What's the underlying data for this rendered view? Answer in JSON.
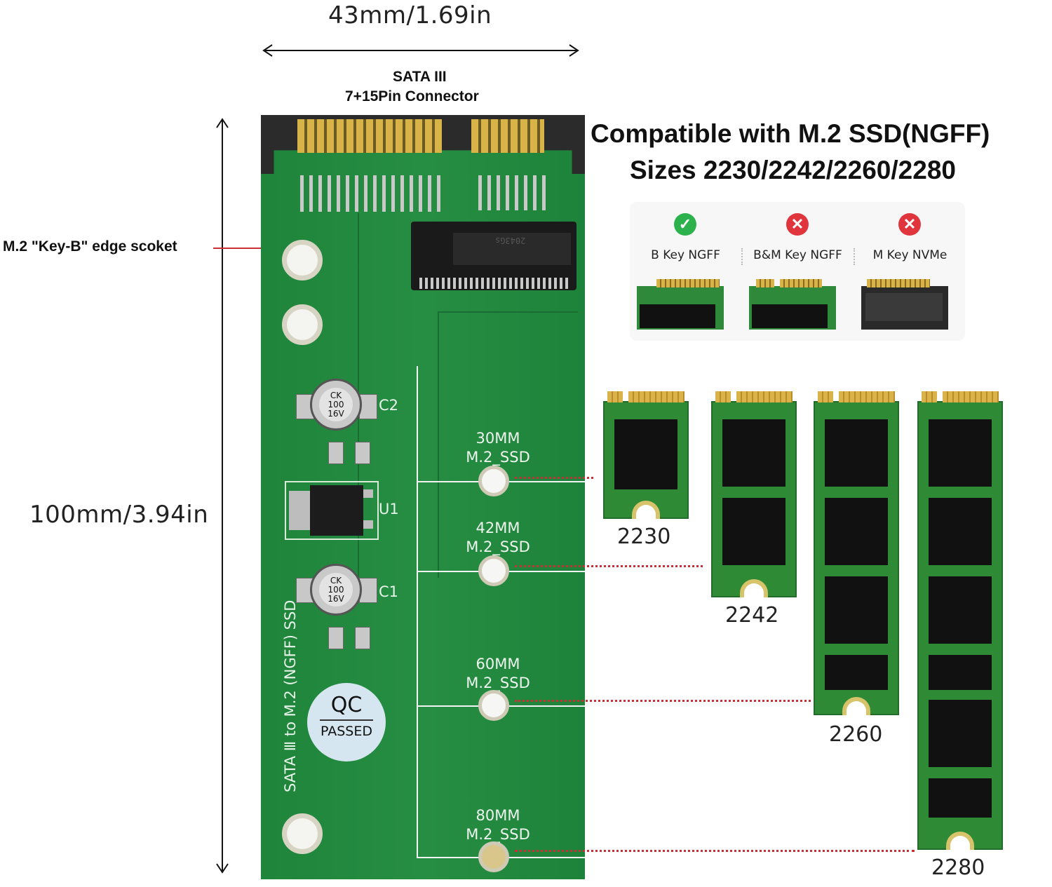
{
  "top_dimension": "43mm/1.69in",
  "left_dimension": "100mm/3.94in",
  "connector_label": {
    "line1": "SATA III",
    "line2": "7+15Pin Connector"
  },
  "socket_label": "M.2 \"Key-B\" edge scoket",
  "headline": {
    "line1": "Compatible with M.2 SSD(NGFF)",
    "line2": "Sizes 2230/2242/2260/2280"
  },
  "keys": [
    {
      "label": "B Key NGFF",
      "status": "supported",
      "icon": "check-icon",
      "color": "#2bb24c"
    },
    {
      "label": "B&M Key NGFF",
      "status": "unsupported",
      "icon": "cross-icon",
      "color": "#e0353c"
    },
    {
      "label": "M Key NVMe",
      "status": "unsupported",
      "icon": "cross-icon",
      "color": "#e0353c"
    }
  ],
  "board_silk": {
    "vertical": "SATA Ⅲ to M.2 (NGFF) SSD",
    "c2": "C2",
    "c1": "C1",
    "u1": "U1",
    "cap_text": [
      "CK",
      "100",
      "16V"
    ],
    "qc": "QC",
    "qc_passed": "PASSED",
    "chip_text": "2043Gs"
  },
  "mount_labels": [
    {
      "size": "30MM",
      "type": "M.2_SSD"
    },
    {
      "size": "42MM",
      "type": "M.2_SSD"
    },
    {
      "size": "60MM",
      "type": "M.2_SSD"
    },
    {
      "size": "80MM",
      "type": "M.2_SSD"
    }
  ],
  "ssd_sizes": [
    "2230",
    "2242",
    "2260",
    "2280"
  ],
  "colors": {
    "pcb": "#1f8a3d",
    "pointer": "#c73034",
    "ssd_pcb": "#2f8a36"
  }
}
